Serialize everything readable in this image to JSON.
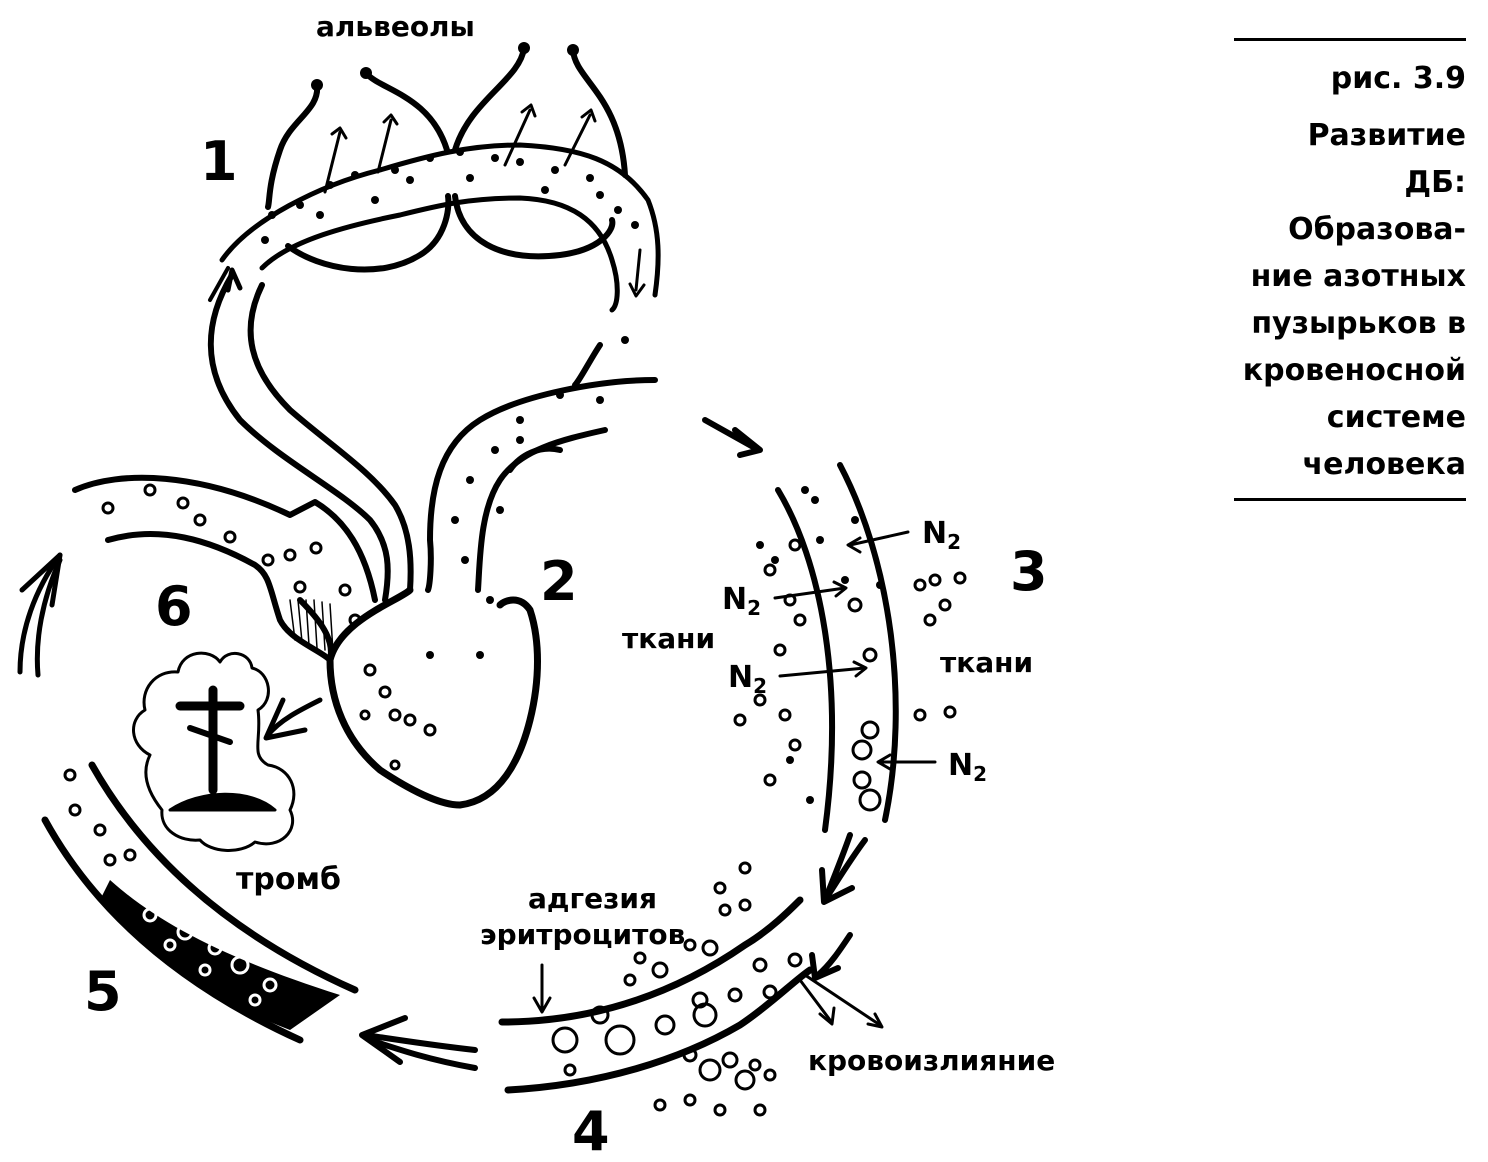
{
  "figure": {
    "number_label": "рис. 3.9",
    "title_lines": [
      "Развитие",
      "ДБ:",
      "Образова-",
      "ние азотных",
      "пузырьков в",
      "кровеносной",
      "системе",
      "человека"
    ]
  },
  "labels": {
    "alveoli": "альвеолы",
    "tissues_left": "ткани",
    "tissues_right": "ткани",
    "thrombus": "тромб",
    "erythrocyte_adhesion_line1": "адгезия",
    "erythrocyte_adhesion_line2": "эритроцитов",
    "hemorrhage": "кровоизлияние"
  },
  "nitrogen": {
    "symbol": "N",
    "subscript": "2"
  },
  "stages": [
    "1",
    "2",
    "3",
    "4",
    "5",
    "6"
  ]
}
